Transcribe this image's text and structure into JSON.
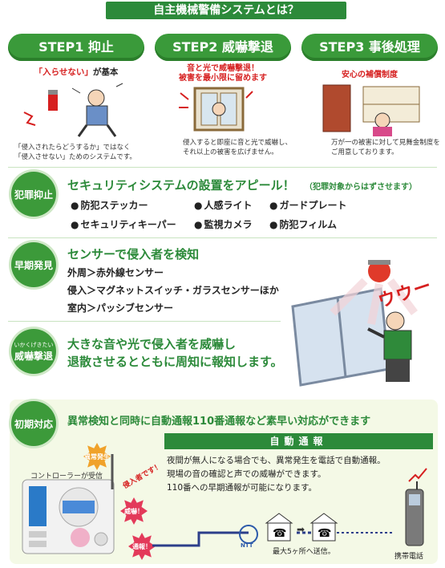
{
  "title": "自主機械警備システムとは？",
  "steps": [
    {
      "label": "STEP1 抑止",
      "subtitle_a": "「入らせない」",
      "subtitle_b": "が基本",
      "desc": [
        "「侵入されたらどうするか」ではなく",
        "「侵入させない」ためのシステムです。"
      ]
    },
    {
      "label": "STEP2 威嚇撃退",
      "subtitle_lines": [
        "音と光で威嚇撃退！",
        "被害を最小限に留めます"
      ],
      "desc": [
        "侵入すると即座に音と光で威嚇し、",
        "それ以上の被害を広げません。"
      ]
    },
    {
      "label": "STEP3 事後処理",
      "subtitle_lines": [
        "安心の補償制度"
      ],
      "desc": [
        "万が一の被害に対して見舞金制度を",
        "ご用意しております。"
      ]
    }
  ],
  "crime": {
    "badge": "犯罪抑止",
    "heading": "セキュリティシステムの設置をアピール！",
    "note": "（犯罪対象からはずさせます）",
    "items": [
      "防犯ステッカー",
      "人感ライト",
      "ガードプレート",
      "セキュリティキーパー",
      "監視カメラ",
      "防犯フィルム"
    ]
  },
  "early": {
    "badge": "早期発見",
    "heading": "センサーで侵入者を検知",
    "lines": [
      "外周＞赤外線センサー",
      "侵入＞マグネットスイッチ・ガラスセンサーほか",
      "室内＞パッシブセンサー"
    ]
  },
  "threat": {
    "badge_ruby": "いかくげきたい",
    "badge": "威嚇撃退",
    "lines": [
      "大きな音や光で侵入者を威嚇し",
      "退散させるとともに周知に報知します。"
    ]
  },
  "alarm_text": "ウウー",
  "initial": {
    "badge": "初期対応",
    "heading": "異常検知と同時に自動通報110番通報など素早い対応ができます",
    "auto_title": "自動通報",
    "auto_lines": [
      "夜間が無人になる場合でも、異常発生を電話で自動通報。",
      "現場の音の確認と声での威嚇ができます。",
      "110番への早期通報が可能になります。"
    ],
    "controller_label": "コントローラーが受信",
    "bursts": [
      "異常発生",
      "侵入者です！",
      "威嚇！",
      "通報！"
    ],
    "ntt": "NTT",
    "send_note": "最大5ヶ所へ送信。",
    "phone_label": "携帯電話"
  },
  "colors": {
    "green": "#2c8a3a",
    "red": "#d61f1f",
    "orange": "#f0a22a"
  }
}
